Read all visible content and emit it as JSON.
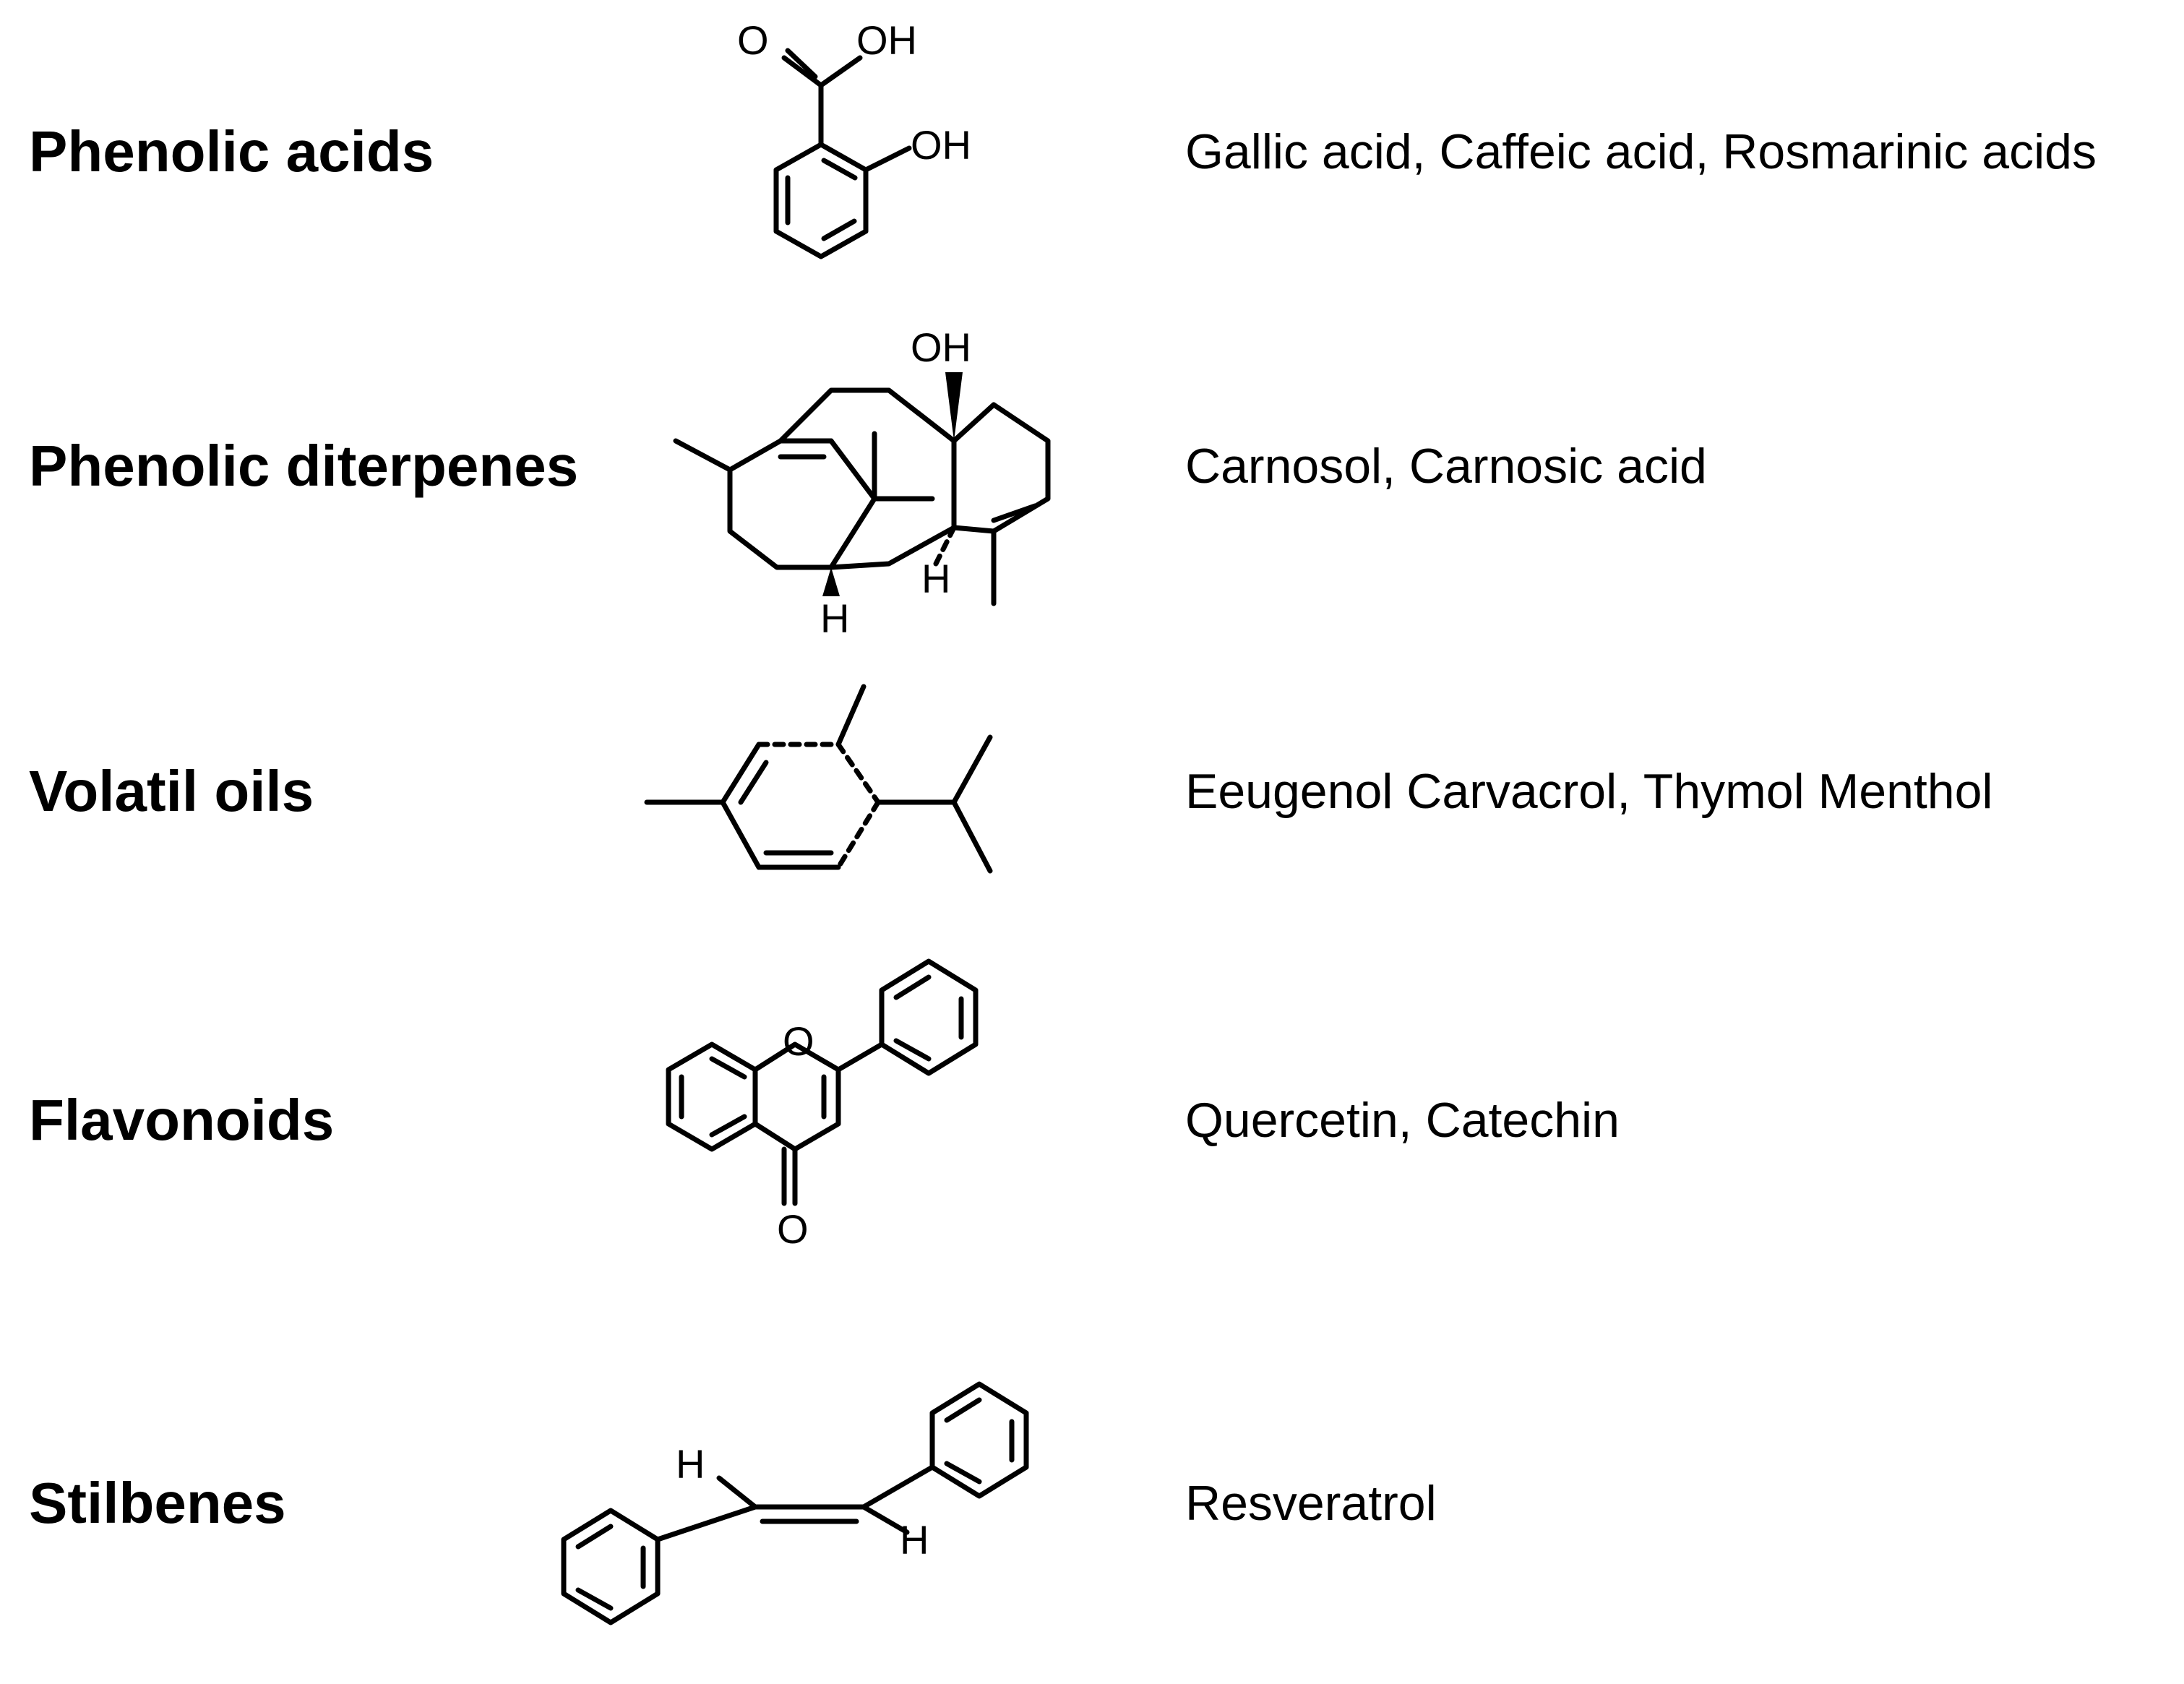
{
  "rows": [
    {
      "class_name": "Phenolic acids",
      "structure_icon": "salicylic-acid-structure",
      "examples": "Gallic acid, Caffeic acid, Rosmarinic acids",
      "atom_labels": [
        "O",
        "OH",
        "OH"
      ]
    },
    {
      "class_name": "Phenolic diterpenes",
      "structure_icon": "diterpene-structure",
      "examples": "Carnosol, Carnosic acid",
      "atom_labels": [
        "OH",
        "H",
        "H"
      ]
    },
    {
      "class_name": "Volatil oils",
      "structure_icon": "cymene-structure",
      "examples": "Eeugenol Carvacrol, Thymol Menthol",
      "atom_labels": []
    },
    {
      "class_name": "Flavonoids",
      "structure_icon": "flavone-structure",
      "examples": "Quercetin, Catechin",
      "atom_labels": [
        "O",
        "O"
      ]
    },
    {
      "class_name": "Stilbenes",
      "structure_icon": "stilbene-structure",
      "examples": "Resveratrol",
      "atom_labels": [
        "H",
        "H"
      ]
    }
  ]
}
